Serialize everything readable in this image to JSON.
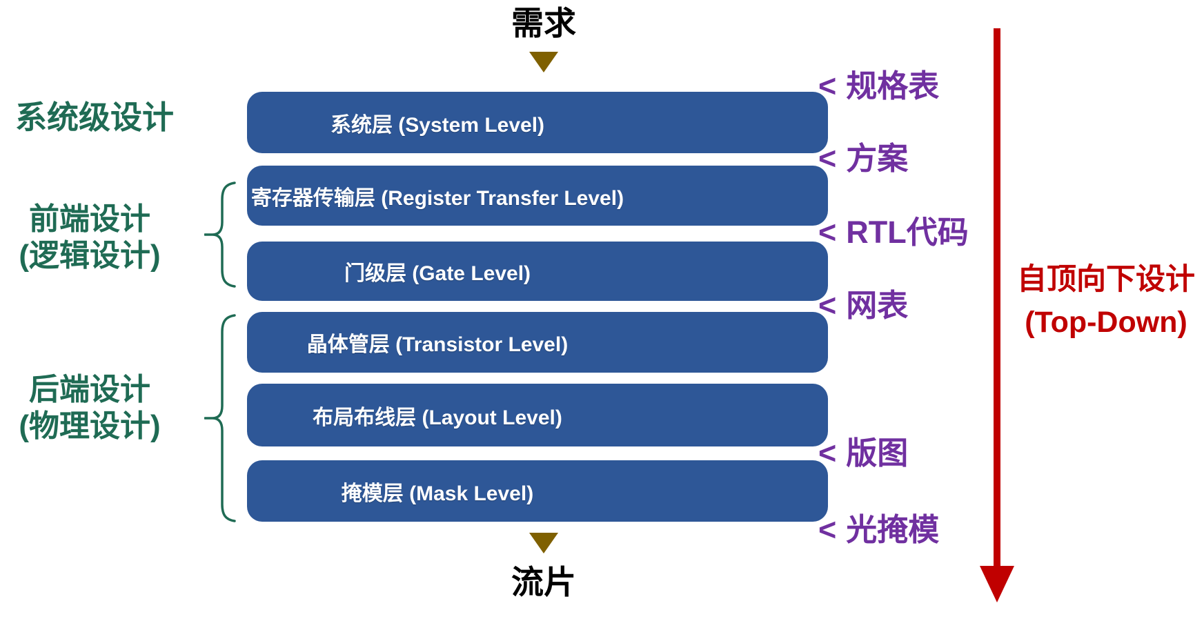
{
  "palette": {
    "box_blue": "#2e5797",
    "deliverable_purple": "#7030a0",
    "stage_green": "#1f6b54",
    "flow_red": "#c00000",
    "marker_olive": "#7f6000",
    "text_black": "#000000"
  },
  "flow": {
    "start_label": "需求",
    "end_label": "流片"
  },
  "levels": [
    {
      "label": "系统层 (System Level)"
    },
    {
      "label": "寄存器传输层 (Register Transfer Level)"
    },
    {
      "label": "门级层 (Gate Level)"
    },
    {
      "label": "晶体管层 (Transistor Level)"
    },
    {
      "label": "布局布线层 (Layout Level)"
    },
    {
      "label": "掩模层 (Mask Level)"
    }
  ],
  "stages": [
    {
      "line1": "系统级设计",
      "line2": ""
    },
    {
      "line1": "前端设计",
      "line2": "(逻辑设计)"
    },
    {
      "line1": "后端设计",
      "line2": "(物理设计)"
    }
  ],
  "deliverables": [
    {
      "marker": "<",
      "label": "规格表"
    },
    {
      "marker": "<",
      "label": "方案"
    },
    {
      "marker": "<",
      "label": "RTL代码"
    },
    {
      "marker": "<",
      "label": "网表"
    },
    {
      "marker": "<",
      "label": "版图"
    },
    {
      "marker": "<",
      "label": "光掩模"
    }
  ],
  "direction": {
    "line1": "自顶向下设计",
    "line2": "(Top-Down)"
  }
}
